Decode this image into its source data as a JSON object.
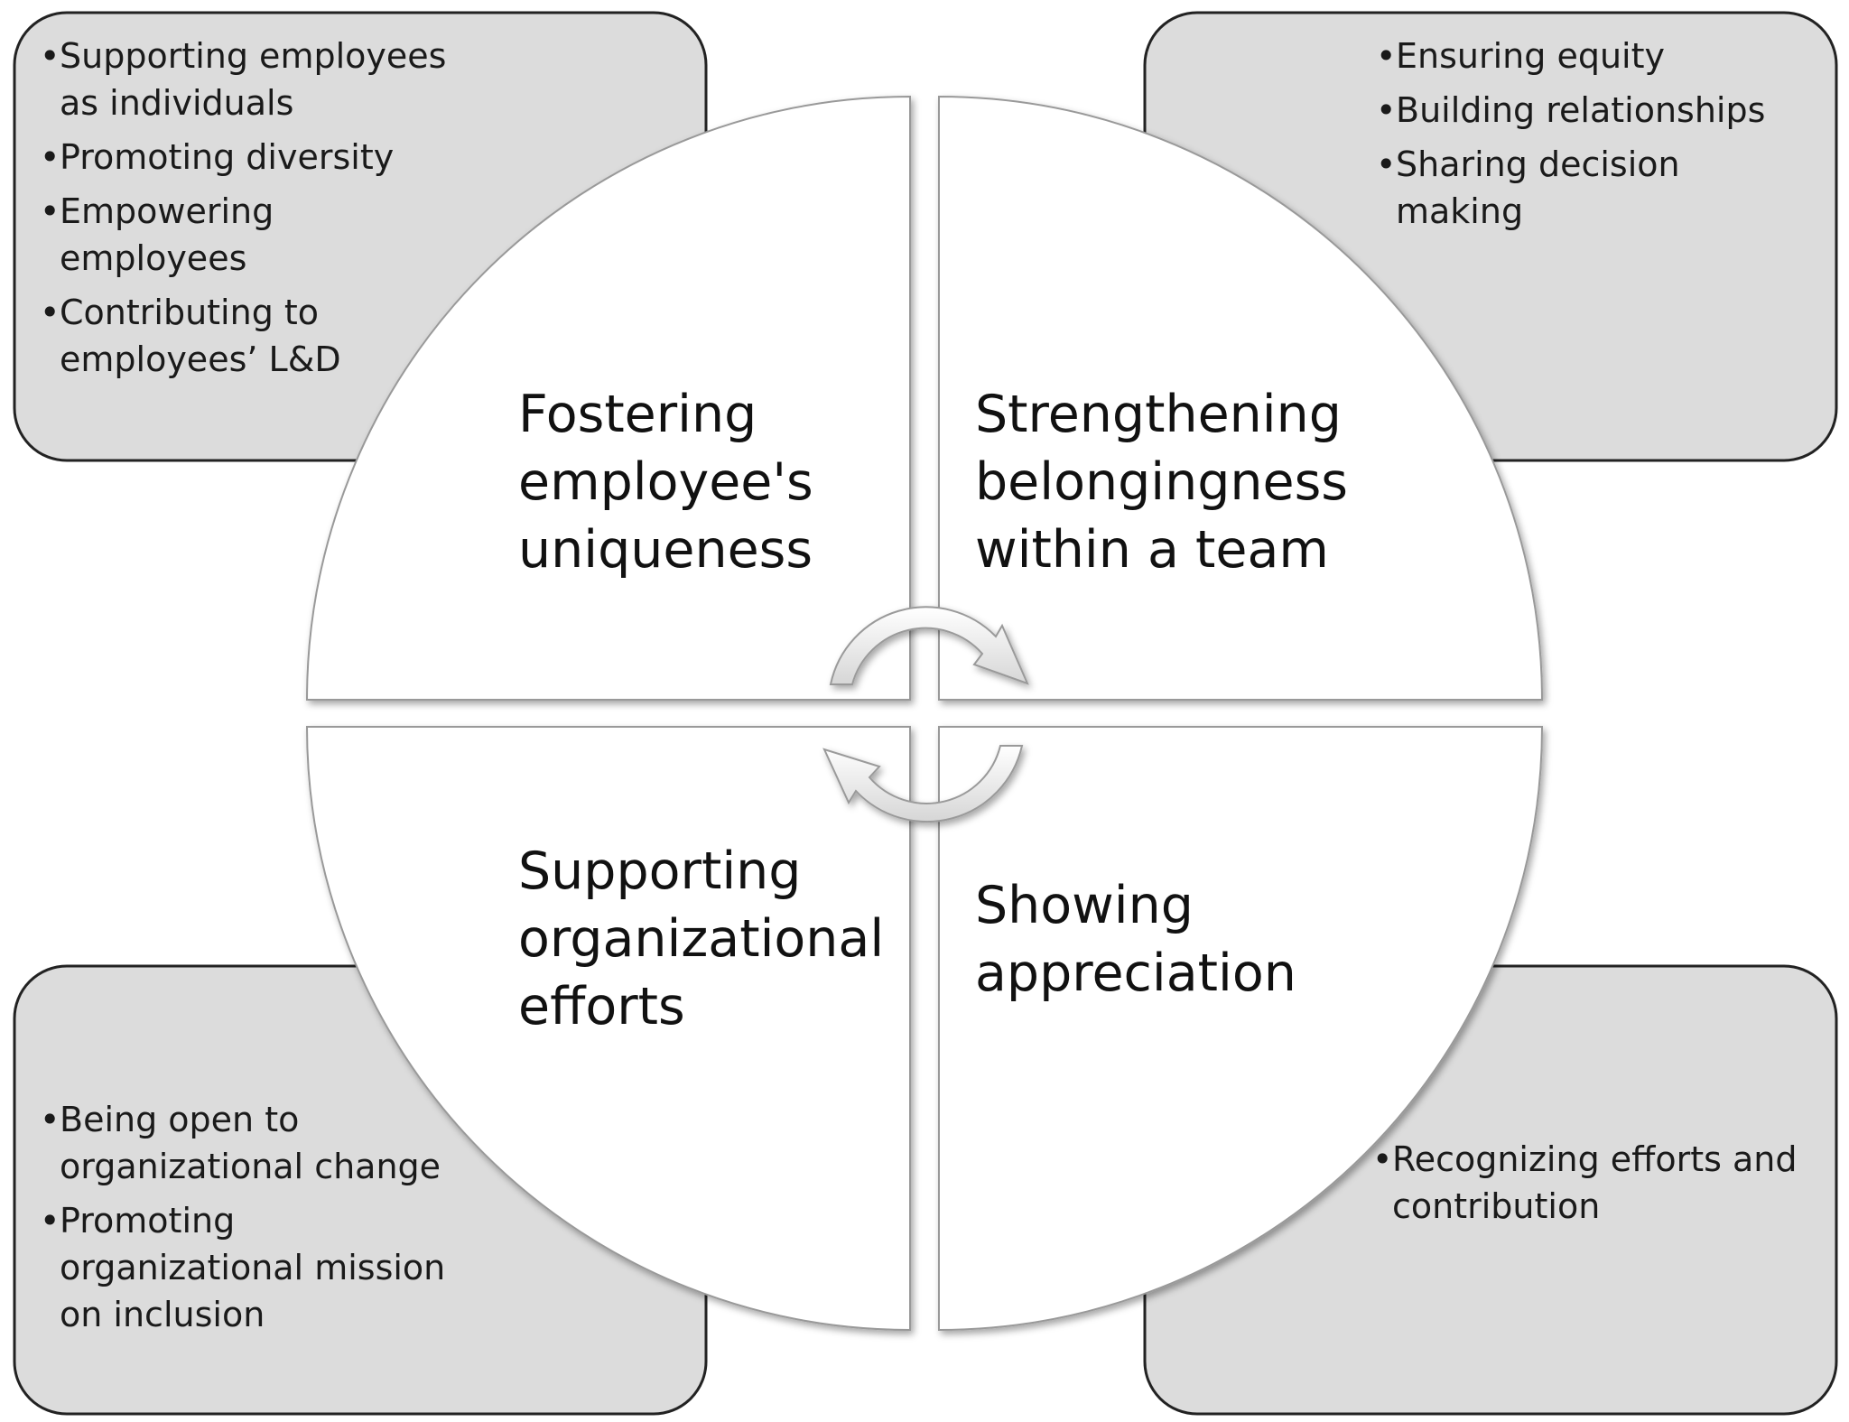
{
  "quadrants": {
    "top_left": {
      "title": "Fostering\nemployee's\nuniqueness",
      "bullets": [
        "Supporting employees as individuals",
        "Promoting diversity",
        "Empowering employees",
        "Contributing to employees’ L&D"
      ]
    },
    "top_right": {
      "title": "Strengthening\nbelongingness\nwithin a team",
      "bullets": [
        "Ensuring equity",
        "Building relationships",
        "Sharing decision making"
      ]
    },
    "bottom_left": {
      "title": "Supporting\norganizational\nefforts",
      "bullets": [
        "Being open to organizational change",
        "Promoting organizational mission on inclusion"
      ]
    },
    "bottom_right": {
      "title": "Showing\nappreciation",
      "bullets": [
        "Recognizing efforts and contribution"
      ]
    }
  },
  "colors": {
    "box_fill": "#dcdcdc",
    "box_stroke": "#222222",
    "quadrant_fill": "#ffffff",
    "arrow_fill": "#f2f2f2"
  },
  "icons": {
    "cycle_arrows": "circular-arrows-icon"
  }
}
